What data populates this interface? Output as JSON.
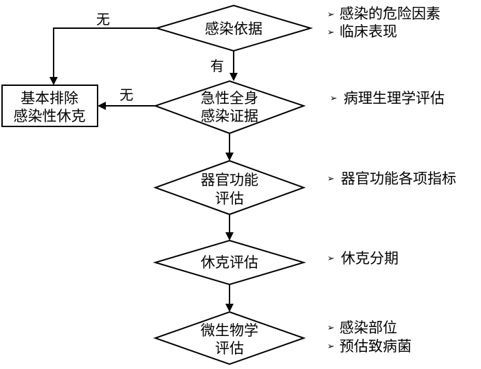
{
  "nodes": {
    "infection_basis": "感染依据",
    "acute_infection": [
      "急性全身",
      "感染证据"
    ],
    "organ_function": [
      "器官功能",
      "评估"
    ],
    "shock_assessment": "休克评估",
    "microbiology": [
      "微生物学",
      "评估"
    ],
    "exclude_box": [
      "基本排除",
      "感染性休克"
    ]
  },
  "edge_labels": {
    "no_top": "无",
    "no_side": "无",
    "yes": "有"
  },
  "notes": {
    "infection_basis": [
      "感染的危险因素",
      "临床表现"
    ],
    "acute_infection": [
      "病理生理学评估"
    ],
    "organ_function": [
      "器官功能各项指标"
    ],
    "shock_assessment": [
      "休克分期"
    ],
    "microbiology": [
      "感染部位",
      "预估致病菌"
    ]
  },
  "icons": {
    "bullet": "arrowhead-bullet-icon",
    "bullet_glyph": "➢"
  }
}
